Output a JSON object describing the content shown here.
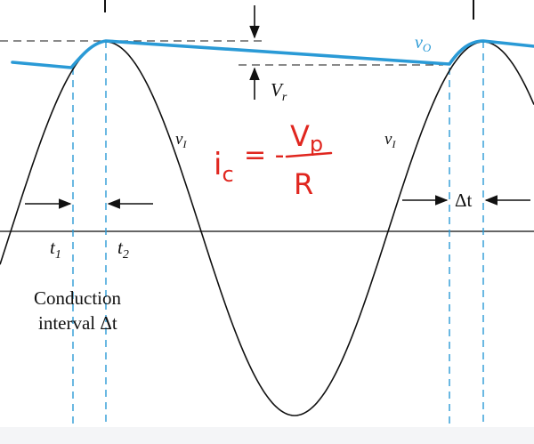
{
  "labels": {
    "vo": "v",
    "vo_sub": "O",
    "vr": "V",
    "vr_sub": "r",
    "vi_left": "v",
    "vi_left_sub": "I",
    "vi_right": "v",
    "vi_right_sub": "I",
    "t1": "t",
    "t1_sub": "1",
    "t2": "t",
    "t2_sub": "2",
    "delta_t": "Δt",
    "caption_line1": "Conduction",
    "caption_line2": "interval Δt"
  },
  "annotation": {
    "ic": "i",
    "ic_sub": "c",
    "equals": "= -",
    "numerator": "V",
    "numerator_sub": "p",
    "denominator": "R"
  },
  "colors": {
    "waveform": "#111111",
    "output": "#2a9ad6",
    "guides": "#2a9ad6",
    "ink": "#e0261f",
    "axis": "#333333"
  }
}
